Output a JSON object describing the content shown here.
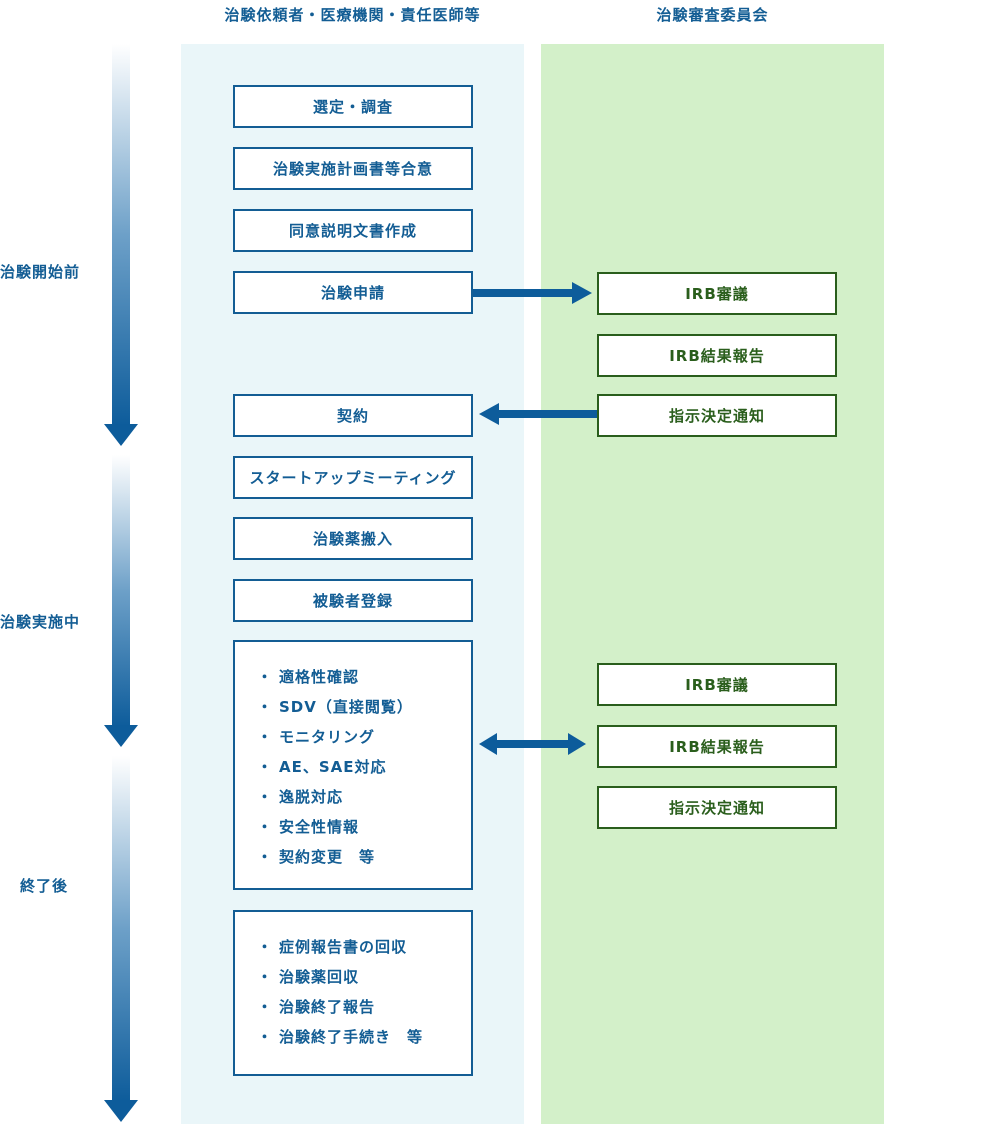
{
  "headers": {
    "left": "治験依頼者・医療機関・責任医師等",
    "right": "治験審査委員会"
  },
  "phases": [
    "治験開始前",
    "治験実施中",
    "終了後"
  ],
  "left_boxes": [
    "選定・調査",
    "治験実施計画書等合意",
    "同意説明文書作成",
    "治験申請",
    "契約",
    "スタートアップミーティング",
    "治験薬搬入",
    "被験者登録"
  ],
  "list_during": [
    "適格性確認",
    "SDV（直接閲覧）",
    "モニタリング",
    "AE、SAE対応",
    "逸脱対応",
    "安全性情報",
    "契約変更　等"
  ],
  "list_after": [
    "症例報告書の回収",
    "治験薬回収",
    "治験終了報告",
    "治験終了手続き　等"
  ],
  "right_boxes": [
    "IRB審議",
    "IRB結果報告",
    "指示決定通知",
    "IRB審議",
    "IRB結果報告",
    "指示決定通知"
  ],
  "colors": {
    "blue": "#135d94",
    "green_text": "#2a5e1c",
    "lane_left": "#eaf6f9",
    "lane_right": "#d3f0c9",
    "arrow": "#0d5c9b"
  }
}
